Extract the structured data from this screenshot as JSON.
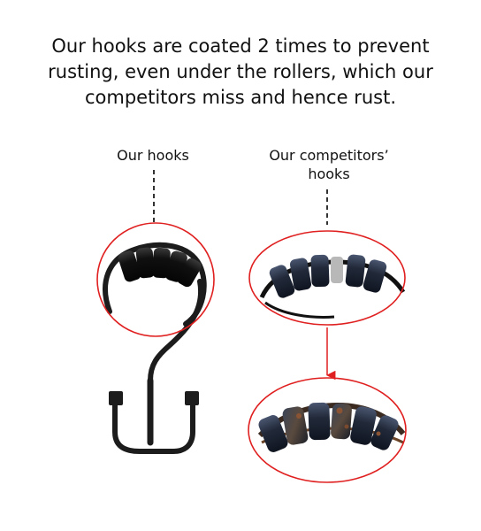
{
  "headline": "Our hooks are coated 2 times to prevent\nrusting, even under the rollers, which our\ncompetitors miss and hence rust.",
  "labels": {
    "ours": "Our hooks",
    "competitors": "Our competitors’\nhooks"
  },
  "colors": {
    "callout_circle": "#e02020",
    "arrow": "#e02020",
    "leader_line": "#333333",
    "hook_metal": "#1c1c1c",
    "our_rollers": "#151515",
    "competitor_rollers": "#2b3444",
    "rust": "#7a4a2e"
  }
}
